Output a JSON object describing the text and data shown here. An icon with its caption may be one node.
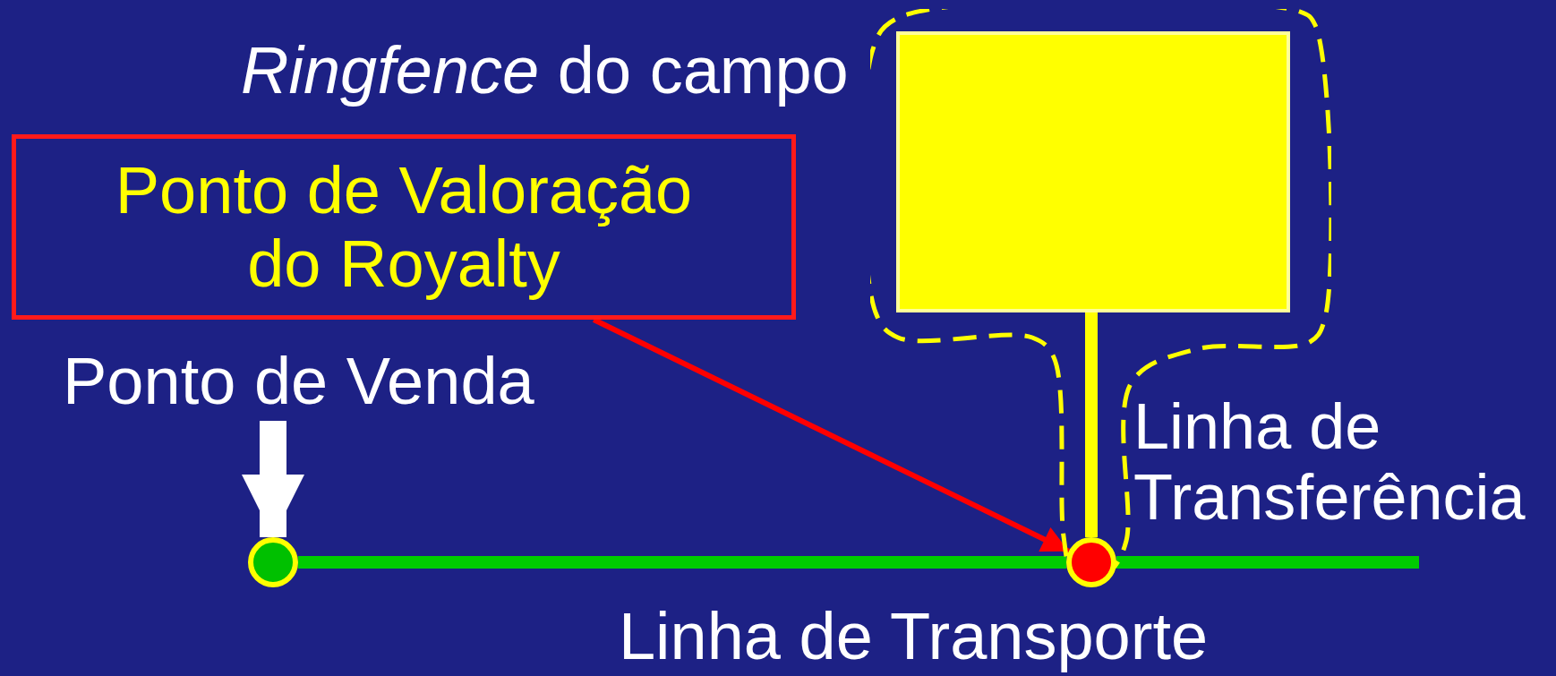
{
  "diagram": {
    "nodes": [
      {
        "text": [
          "Ponto de Valoração do Royalty"
        ]
      },
      {
        "text": [
          "*Ringfence* do campo"
        ]
      },
      {
        "text": [],
        "shape": "box",
        "in": 1
      },
      {
        "text": [
          "Ponto de Venda"
        ]
      },
      {
        "text": [],
        "shape": "circle"
      },
      {
        "text": [],
        "shape": "circle"
      }
    ],
    "edges": [
      {
        "from": 0,
        "to": 5,
        "arrow": "to",
        "color": "#ff0000"
      },
      {
        "from": 3,
        "to": 4,
        "arrow": "to",
        "style": "thick",
        "color": "#ffffff"
      },
      {
        "from": 2,
        "to": 5,
        "arrow": "none",
        "color": "#ffff00"
      },
      {
        "from": 4,
        "to": 5,
        "arrow": "none",
        "color": "#00cc00"
      },
      {
        "from": 5,
        "to": null,
        "arrow": "none",
        "color": "#00cc00"
      }
    ],
    "labels": [
      "Linha de Transferência",
      "Linha de Transporte"
    ]
  }
}
